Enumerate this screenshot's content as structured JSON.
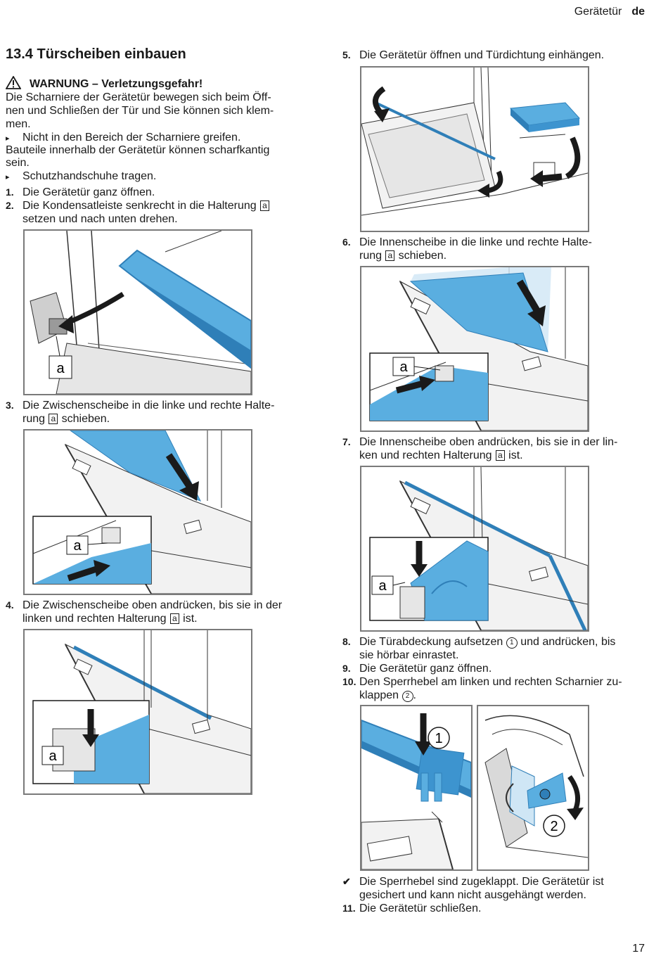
{
  "header": {
    "section": "Gerätetür",
    "lang": "de"
  },
  "page_number": "17",
  "section_title": "13.4  Türscheiben einbauen",
  "warning": {
    "title": "WARNUNG – Verletzungsgefahr!",
    "text1": "Die Scharniere der Gerätetür bewegen sich beim Öff-",
    "text2": "nen und Schließen der Tür und Sie können sich klem-",
    "text3": "men.",
    "bullet1": "Nicht in den Bereich der Scharniere greifen.",
    "text4": "Bauteile innerhalb der Gerätetür können scharfkantig",
    "text5": "sein.",
    "bullet2": "Schutzhandschuhe tragen."
  },
  "steps": {
    "s1": {
      "num": "1.",
      "line1": "Die Gerätetür ganz öffnen."
    },
    "s2": {
      "num": "2.",
      "line1a": "Die Kondensatleiste senkrecht in die Halterung",
      "mark": "a",
      "line2": "setzen und nach unten drehen."
    },
    "s3": {
      "num": "3.",
      "line1": "Die Zwischenscheibe in die linke und rechte Halte-",
      "line2a": "rung",
      "mark": "a",
      "line2b": "schieben."
    },
    "s4": {
      "num": "4.",
      "line1": "Die Zwischenscheibe oben andrücken, bis sie in der",
      "line2a": "linken und rechten Halterung",
      "mark": "a",
      "line2b": "ist."
    },
    "s5": {
      "num": "5.",
      "line1": "Die Gerätetür öffnen und Türdichtung einhängen."
    },
    "s6": {
      "num": "6.",
      "line1": "Die Innenscheibe in die linke und rechte Halte-",
      "line2a": "rung",
      "mark": "a",
      "line2b": "schieben."
    },
    "s7": {
      "num": "7.",
      "line1": "Die Innenscheibe oben andrücken, bis sie in der lin-",
      "line2a": "ken und rechten Halterung",
      "mark": "a",
      "line2b": "ist."
    },
    "s8": {
      "num": "8.",
      "line1a": "Die Türabdeckung aufsetzen",
      "circ": "1",
      "line1b": "und andrücken, bis",
      "line2": "sie hörbar einrastet."
    },
    "s9": {
      "num": "9.",
      "line1": "Die Gerätetür ganz öffnen."
    },
    "s10": {
      "num": "10.",
      "line1": "Den Sperrhebel am linken und rechten Scharnier zu-",
      "line2a": "klappen",
      "circ": "2"
    },
    "result": {
      "line1": "Die Sperrhebel sind zugeklappt. Die Gerätetür ist",
      "line2": "gesichert und kann nicht ausgehängt werden."
    },
    "s11": {
      "num": "11.",
      "line1": "Die Gerätetür schließen."
    }
  },
  "figure_labels": {
    "a": "a",
    "one": "1",
    "two": "2"
  },
  "colors": {
    "accent_blue": "#5aaee0",
    "accent_blue_dark": "#2f7fb8",
    "frame_gray": "#7a7a7a",
    "surface_gray": "#e6e6e6"
  }
}
